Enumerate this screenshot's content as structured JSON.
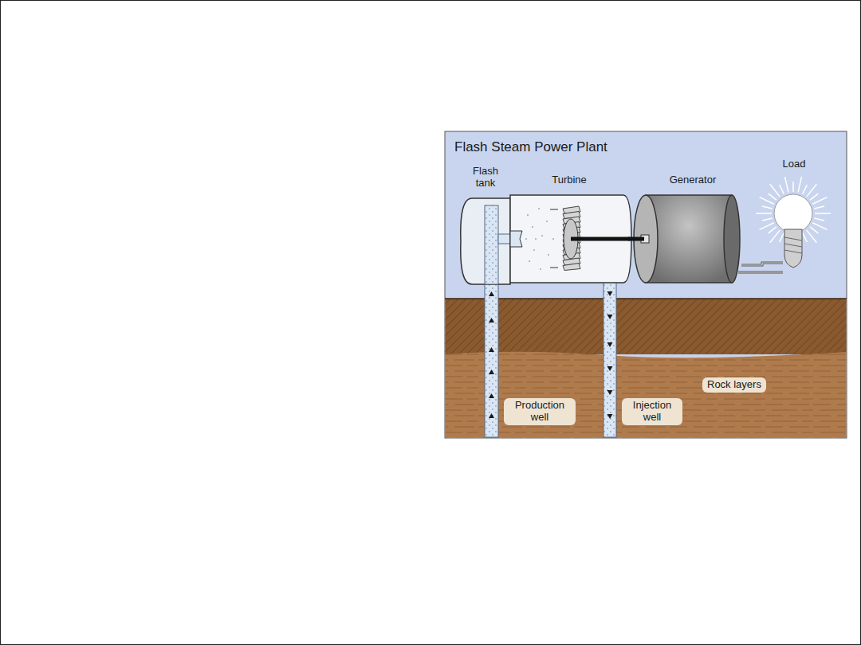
{
  "diagram": {
    "title": "Flash Steam Power Plant",
    "nodes": [
      {
        "text": [
          "Flash tank"
        ]
      },
      {
        "text": [
          "Turbine"
        ]
      },
      {
        "text": [
          "Generator"
        ]
      },
      {
        "text": [
          "Load"
        ]
      },
      {
        "text": [
          "Production well"
        ]
      },
      {
        "text": [
          "Injection well"
        ]
      },
      {
        "text": [
          "Rock layers"
        ]
      }
    ],
    "edges": [
      {
        "from": 1,
        "to": 2,
        "arrow": "none"
      },
      {
        "from": 2,
        "to": 3,
        "arrow": "none"
      }
    ]
  }
}
